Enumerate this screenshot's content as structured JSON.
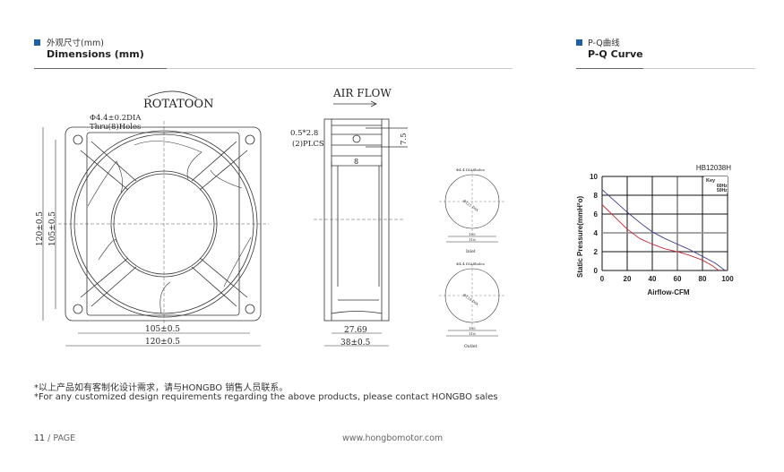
{
  "left_section": {
    "title_cn": "外观尺寸(mm)",
    "title_en": "Dimensions (mm)"
  },
  "right_section": {
    "title_cn": "P-Q曲线",
    "title_en": "P-Q Curve"
  },
  "accent_color": "#1f5fa6",
  "front_view": {
    "rotation_label": "ROTATOON",
    "hole_spec_1": "Φ4.4±0.2DIA",
    "hole_spec_2": "Thru(8)Holes",
    "dim_height_outer": "120±0.5",
    "dim_height_inner": "105±0.5",
    "dim_width_inner": "105±0.5",
    "dim_width_outer": "120±0.5"
  },
  "side_view": {
    "airflow_label": "AIR FLOW",
    "terminal_spec_1": "0.5*2.8",
    "terminal_spec_2": "(2)PLCS",
    "dim_terminal_height": "7.5",
    "dim_terminal_spacing": "8",
    "dim_inner_depth": "27.69",
    "dim_depth": "38±0.5"
  },
  "inlet_view": {
    "holes": "Φ4.4 DIA8holes",
    "diameter": "Φ121 DIA",
    "dim_inner": "105",
    "dim_outer": "116",
    "label": "Inlet"
  },
  "outlet_view": {
    "holes": "Φ4.4 DIA8holes",
    "diameter": "Φ118 DIA",
    "dim_inner": "105",
    "dim_outer": "116",
    "label": "Outlet"
  },
  "chart_data": {
    "type": "line",
    "title": "HB12038H",
    "xlabel": "Airflow-CFM",
    "ylabel": "Static Pressure(mmH²o)",
    "xlim": [
      0,
      100
    ],
    "ylim": [
      0,
      10
    ],
    "xticks": [
      "0",
      "20",
      "40",
      "60",
      "80",
      "100"
    ],
    "yticks": [
      "0",
      "2",
      "4",
      "6",
      "8",
      "10"
    ],
    "grid": true,
    "legend_title": "Key",
    "legend_placement": "top-right",
    "series": [
      {
        "name": "60Hz",
        "color": "#3a3a8c",
        "x": [
          0,
          10,
          20,
          30,
          40,
          50,
          60,
          70,
          80,
          90,
          98
        ],
        "y": [
          8.6,
          7.4,
          6.2,
          5.1,
          4.1,
          3.4,
          2.8,
          2.2,
          1.5,
          0.8,
          0
        ]
      },
      {
        "name": "50Hz",
        "color": "#c8283c",
        "x": [
          0,
          10,
          20,
          30,
          40,
          50,
          60,
          70,
          80,
          88,
          93
        ],
        "y": [
          7.0,
          5.7,
          4.4,
          3.4,
          2.8,
          2.3,
          2.0,
          1.6,
          1.1,
          0.5,
          0
        ]
      }
    ]
  },
  "notes": {
    "cn": "*以上产品如有客制化设计需求，请与HONGBO 销售人员联系。",
    "en": "*For any customized design requirements regarding the above products, please contact HONGBO sales"
  },
  "footer": {
    "page_number": "11",
    "page_label": " / PAGE",
    "website": "www.hongbomotor.com"
  }
}
